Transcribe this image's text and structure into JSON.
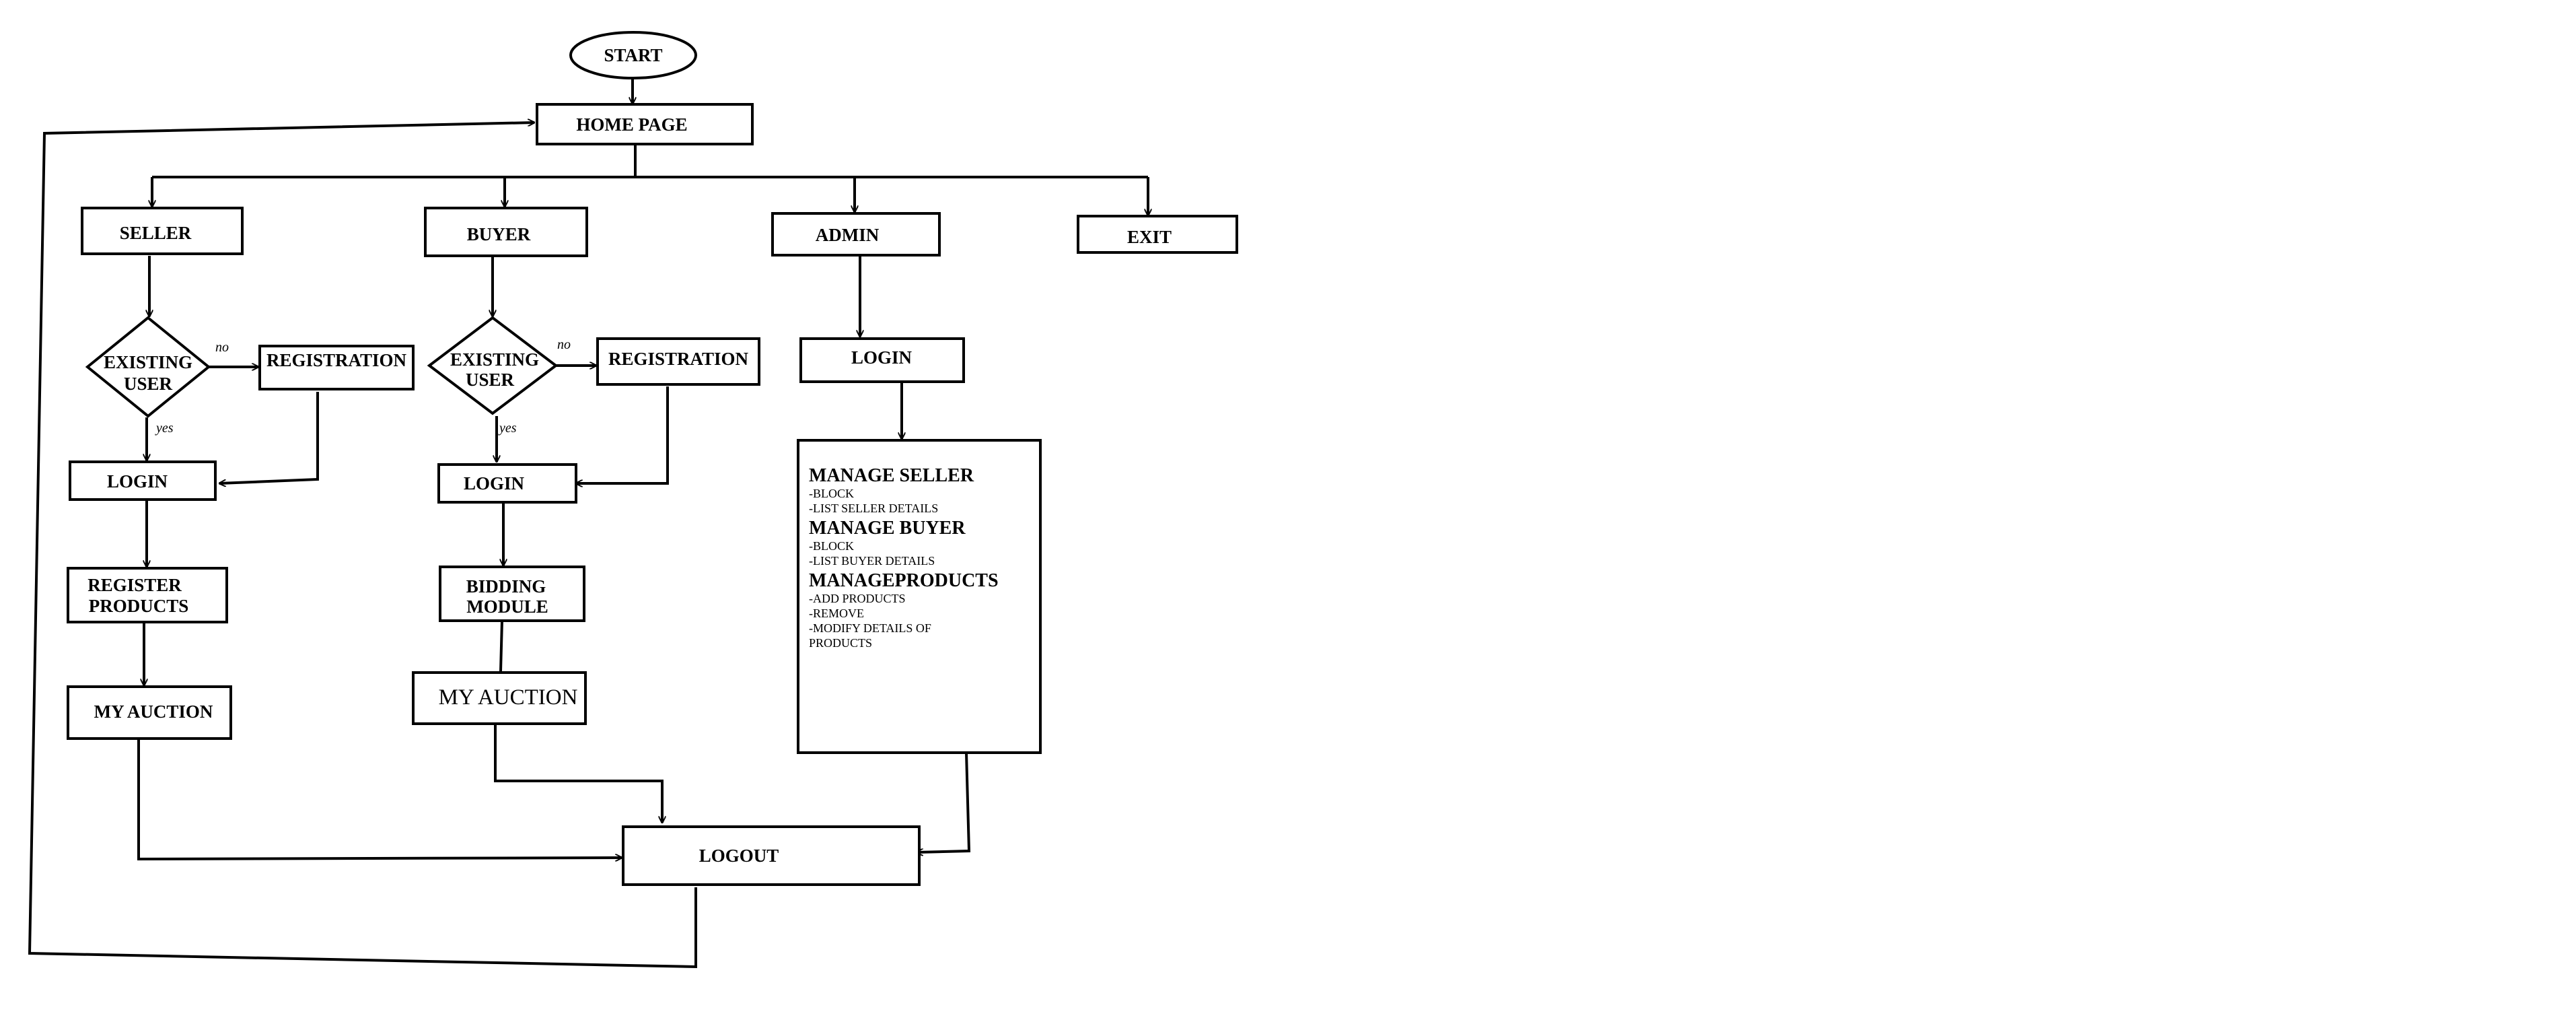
{
  "nodes": {
    "start": "START",
    "home": "HOME PAGE",
    "seller": "SELLER",
    "buyer": "BUYER",
    "admin": "ADMIN",
    "exit": "EXIT",
    "seller_existing_1": "EXISTING",
    "seller_existing_2": "USER",
    "buyer_existing_1": "EXISTING",
    "buyer_existing_2": "USER",
    "seller_registration": "REGISTRATION",
    "buyer_registration": "REGISTRATION",
    "seller_login": "LOGIN",
    "buyer_login": "LOGIN",
    "admin_login": "LOGIN",
    "register_products_1": "REGISTER",
    "register_products_2": "PRODUCTS",
    "bidding_module_1": "BIDDING",
    "bidding_module_2": "MODULE",
    "seller_my_auction": "MY AUCTION",
    "buyer_my_auction": "MY AUCTION",
    "logout": "LOGOUT"
  },
  "edge_labels": {
    "seller_no": "no",
    "seller_yes": "yes",
    "buyer_no": "no",
    "buyer_yes": "yes"
  },
  "admin_panel": {
    "manage_seller": "MANAGE SELLER",
    "seller_items": [
      "-BLOCK",
      "-LIST SELLER DETAILS"
    ],
    "manage_buyer": "MANAGE BUYER",
    "buyer_items": [
      "-BLOCK",
      "-LIST BUYER DETAILS"
    ],
    "manage_products": "MANAGEPRODUCTS",
    "product_items": [
      "-ADD PRODUCTS",
      "-REMOVE",
      "-MODIFY DETAILS OF",
      "PRODUCTS"
    ]
  }
}
